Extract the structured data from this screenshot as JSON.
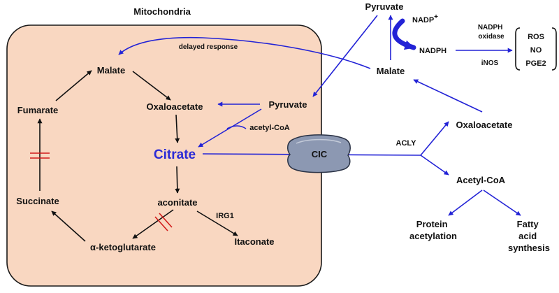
{
  "title": "Mitochondria",
  "colors": {
    "mito_fill": "#f9d7c1",
    "mito_stroke": "#1a1a1a",
    "blue": "#2323d6",
    "red": "#d11a1a",
    "citrate_text": "#2b2bd6",
    "cic_fill": "#8c98b2"
  },
  "mito": {
    "malate": "Malate",
    "oxaloacetate": "Oxaloacetate",
    "pyruvate": "Pyruvate",
    "acetyl_coa": "acetyl-CoA",
    "citrate": "Citrate",
    "fumarate": "Fumarate",
    "succinate": "Succinate",
    "aconitate": "aconitate",
    "irg1": "IRG1",
    "itaconate": "Itaconate",
    "alpha_kg": "α-ketoglutarate"
  },
  "transporter": {
    "label": "CIC"
  },
  "delayed_response": "delayed response",
  "cyto": {
    "pyruvate": "Pyruvate",
    "nadp": "NADP",
    "nadp_sup": "+",
    "nadph": "NADPH",
    "nadph_oxidase": [
      "NADPH",
      "oxidase"
    ],
    "inos": "iNOS",
    "products": [
      "ROS",
      "NO",
      "PGE2"
    ],
    "malate": "Malate",
    "acly": "ACLY",
    "oxaloacetate": "Oxaloacetate",
    "acetyl_coa": "Acetyl-CoA",
    "protein_acetylation": [
      "Protein",
      "acetylation"
    ],
    "fatty_acid_synthesis": [
      "Fatty",
      "acid",
      "synthesis"
    ]
  }
}
